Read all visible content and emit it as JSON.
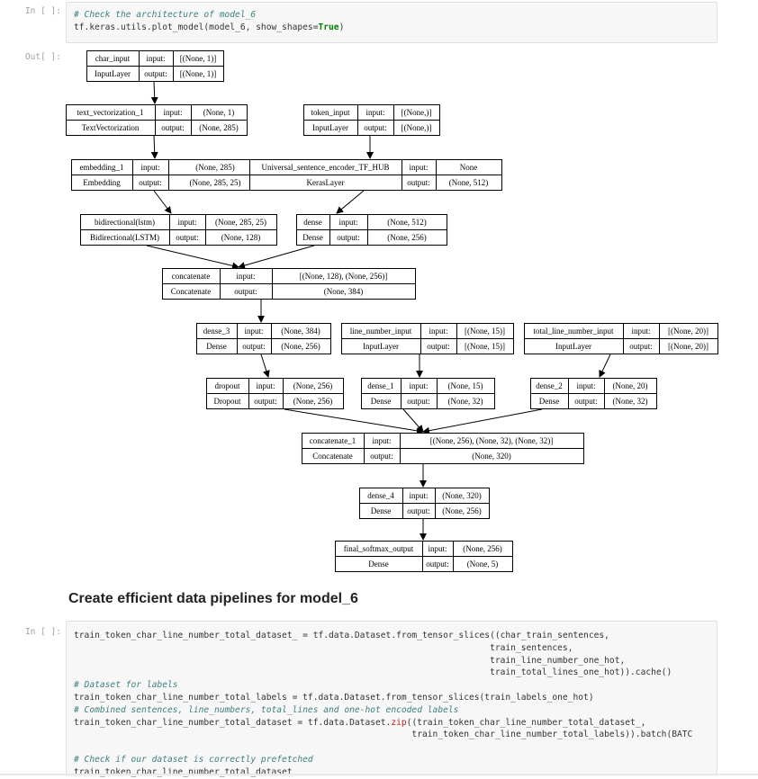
{
  "cells": [
    {
      "prompt": "In [ ]:",
      "lines": [
        [
          {
            "t": "# Check the architecture of model_6",
            "c": "c"
          }
        ],
        [
          {
            "t": "tf.keras.utils.plot_model(model_6, show_shapes="
          },
          {
            "t": "True",
            "c": "k"
          },
          {
            "t": ")"
          }
        ]
      ]
    },
    {
      "prompt": "In [ ]:",
      "lines": [
        [
          {
            "t": "train_token_char_line_number_total_dataset_ = tf.data.Dataset.from_tensor_slices((char_train_sentences,"
          }
        ],
        [
          {
            "t": "                                                                                train_sentences,"
          }
        ],
        [
          {
            "t": "                                                                                train_line_number_one_hot,"
          }
        ],
        [
          {
            "t": "                                                                                train_total_lines_one_hot)).cache()"
          }
        ],
        [
          {
            "t": "# Dataset for labels",
            "c": "c"
          }
        ],
        [
          {
            "t": "train_token_char_line_number_total_labels = tf.data.Dataset.from_tensor_slices(train_labels_one_hot)"
          }
        ],
        [
          {
            "t": "# Combined sentences, line_numbers, total_lines and one-hot encoded labels",
            "c": "c"
          }
        ],
        [
          {
            "t": "train_token_char_line_number_total_dataset = tf.data.Dataset."
          },
          {
            "t": "zip",
            "c": "s"
          },
          {
            "t": "((train_token_char_line_number_total_dataset_,"
          }
        ],
        [
          {
            "t": "                                                                 train_token_char_line_number_total_labels)).batch(BATC"
          }
        ],
        [
          {
            "t": ""
          }
        ],
        [
          {
            "t": "# Check if our dataset is correctly prefetched",
            "c": "c"
          }
        ],
        [
          {
            "t": "train_token_char_line_number_total_dataset"
          }
        ]
      ]
    }
  ],
  "out_prompt": "Out[ ]:",
  "markdown_heading": "Create efficient data pipelines for model_6",
  "graph": {
    "nodes": [
      {
        "name": "char_input",
        "cls": "InputLayer",
        "in": "[(None, 1)]",
        "out": "[(None, 1)]"
      },
      {
        "name": "text_vectorization_1",
        "cls": "TextVectorization",
        "in": "(None, 1)",
        "out": "(None, 285)"
      },
      {
        "name": "token_input",
        "cls": "InputLayer",
        "in": "[(None,)]",
        "out": "[(None,)]"
      },
      {
        "name": "embedding_1",
        "cls": "Embedding",
        "in": "(None, 285)",
        "out": "(None, 285, 25)"
      },
      {
        "name": "Universal_sentence_encoder_TF_HUB",
        "cls": "KerasLayer",
        "in": "None",
        "out": "(None, 512)"
      },
      {
        "name": "bidirectional(lstm)",
        "cls": "Bidirectional(LSTM)",
        "in": "(None, 285, 25)",
        "out": "(None, 128)"
      },
      {
        "name": "dense",
        "cls": "Dense",
        "in": "(None, 512)",
        "out": "(None, 256)"
      },
      {
        "name": "concatenate",
        "cls": "Concatenate",
        "in": "[(None, 128), (None, 256)]",
        "out": "(None, 384)"
      },
      {
        "name": "dense_3",
        "cls": "Dense",
        "in": "(None, 384)",
        "out": "(None, 256)"
      },
      {
        "name": "line_number_input",
        "cls": "InputLayer",
        "in": "[(None, 15)]",
        "out": "[(None, 15)]"
      },
      {
        "name": "total_line_number_input",
        "cls": "InputLayer",
        "in": "[(None, 20)]",
        "out": "[(None, 20)]"
      },
      {
        "name": "dropout",
        "cls": "Dropout",
        "in": "(None, 256)",
        "out": "(None, 256)"
      },
      {
        "name": "dense_1",
        "cls": "Dense",
        "in": "(None, 15)",
        "out": "(None, 32)"
      },
      {
        "name": "dense_2",
        "cls": "Dense",
        "in": "(None, 20)",
        "out": "(None, 32)"
      },
      {
        "name": "concatenate_1",
        "cls": "Concatenate",
        "in": "[(None, 256), (None, 32), (None, 32)]",
        "out": "(None, 320)"
      },
      {
        "name": "dense_4",
        "cls": "Dense",
        "in": "(None, 320)",
        "out": "(None, 256)"
      },
      {
        "name": "final_softmax_output",
        "cls": "Dense",
        "in": "(None, 256)",
        "out": "(None, 5)"
      }
    ],
    "port_in": "input:",
    "port_out": "output:",
    "edges": [
      [
        0,
        1
      ],
      [
        1,
        3
      ],
      [
        3,
        5
      ],
      [
        2,
        4
      ],
      [
        4,
        6
      ],
      [
        5,
        7
      ],
      [
        6,
        7
      ],
      [
        7,
        8
      ],
      [
        8,
        11
      ],
      [
        9,
        12
      ],
      [
        10,
        13
      ],
      [
        11,
        14
      ],
      [
        12,
        14
      ],
      [
        13,
        14
      ],
      [
        14,
        15
      ],
      [
        15,
        16
      ]
    ]
  }
}
